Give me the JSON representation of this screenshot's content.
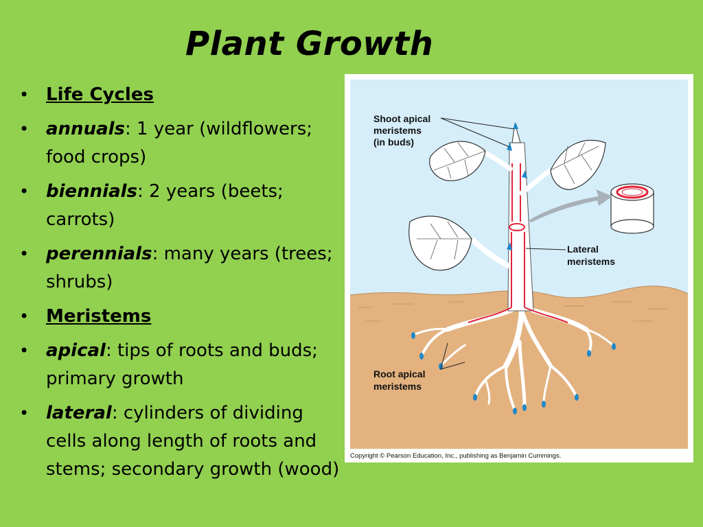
{
  "slide": {
    "title": "Plant Growth",
    "bullets": [
      {
        "head": "Life Cycles"
      },
      {
        "term": "annuals",
        "text": ": 1 year (wildflowers; food crops)"
      },
      {
        "term": "biennials",
        "text": ": 2 years (beets; carrots)"
      },
      {
        "term": "perennials",
        "text": ": many years (trees; shrubs)"
      },
      {
        "head": "Meristems"
      },
      {
        "term": "apical",
        "text": ": tips of roots and buds; primary growth"
      },
      {
        "term": "lateral",
        "text": ": cylinders of dividing cells along length of roots and stems; secondary growth (wood)"
      }
    ],
    "bullet_glyph": "•"
  },
  "figure": {
    "labels": {
      "shoot_line1": "Shoot apical",
      "shoot_line2": "meristems",
      "shoot_line3": "(in buds)",
      "lateral_line1": "Lateral",
      "lateral_line2": "meristems",
      "root_line1": "Root apical",
      "root_line2": "meristems"
    },
    "copyright": "Copyright © Pearson Education, Inc., publishing as Benjamin Cummings."
  },
  "colors": {
    "background": "#92d050",
    "sky": "#d6eefa",
    "soil": "#e3b27f",
    "meristem_red": "#e0243c",
    "bud_blue": "#1e88c8"
  }
}
